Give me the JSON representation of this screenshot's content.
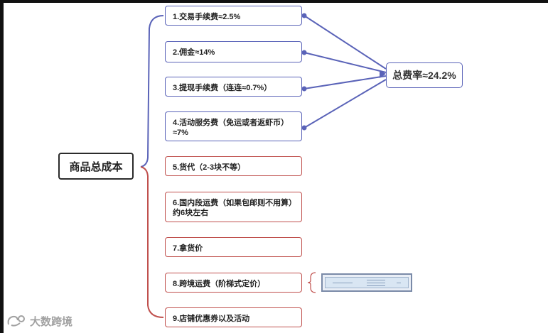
{
  "root": {
    "label": "商品总成本"
  },
  "summary": {
    "label": "总费率≈24.2%"
  },
  "items": [
    {
      "label": "1.交易手续费≈2.5%"
    },
    {
      "label": "2.佣金≈14%"
    },
    {
      "label": "3.提现手续费（连连≈0.7%）"
    },
    {
      "label": "4.活动服务费（免运或者返虾币）≈7%"
    },
    {
      "label": "5.货代（2-3块不等）"
    },
    {
      "label": "6.国内段运费（如果包邮则不用算）约6块左右"
    },
    {
      "label": "7.拿货价"
    },
    {
      "label": "8.跨境运费（阶梯式定价）"
    },
    {
      "label": "9.店铺优惠券以及活动"
    }
  ],
  "colors": {
    "fee_branch": "#5a63b8",
    "cost_branch": "#c0504d",
    "root_border": "#2b2b2b"
  },
  "watermark": {
    "text": "大数跨境"
  }
}
